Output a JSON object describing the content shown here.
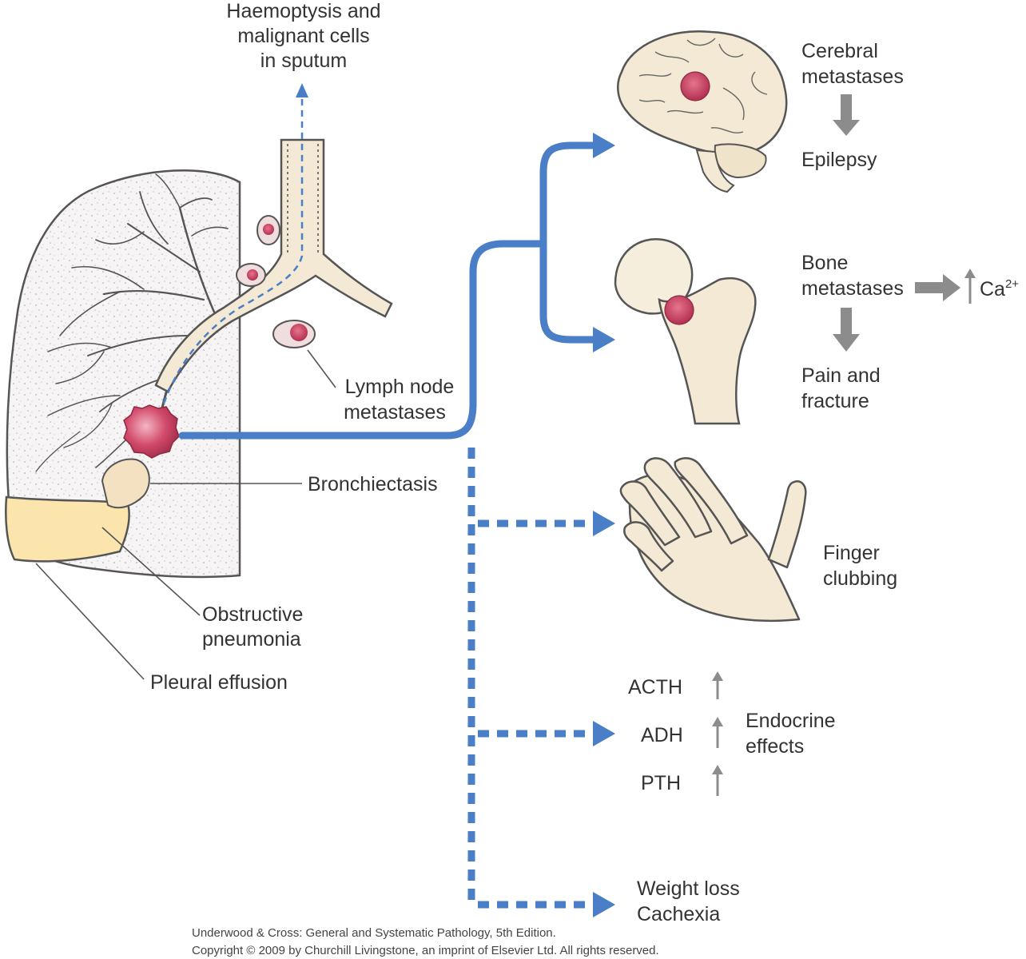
{
  "labels": {
    "haemoptysis": [
      "Haemoptysis and",
      "malignant cells",
      "in sputum"
    ],
    "lymph_node": [
      "Lymph node",
      "metastases"
    ],
    "bronchiectasis": "Bronchiectasis",
    "obstructive": [
      "Obstructive",
      "pneumonia"
    ],
    "pleural": "Pleural effusion",
    "cerebral": [
      "Cerebral",
      "metastases"
    ],
    "epilepsy": "Epilepsy",
    "bone": [
      "Bone",
      "metastases"
    ],
    "calcium": "Ca",
    "calcium_sup": "2+",
    "pain": [
      "Pain and",
      "fracture"
    ],
    "finger": [
      "Finger",
      "clubbing"
    ],
    "acth": "ACTH",
    "adh": "ADH",
    "pth": "PTH",
    "endocrine": [
      "Endocrine",
      "effects"
    ],
    "weight": [
      "Weight loss",
      "Cachexia"
    ]
  },
  "credit": [
    "Underwood & Cross: General and Systematic Pathology, 5th Edition.",
    "Copyright © 2009 by Churchill Livingstone, an imprint of Elsevier Ltd. All rights reserved."
  ],
  "colors": {
    "arrow_blue": "#4a7fc8",
    "grey_arrow": "#8c8c8c",
    "tumour": "#c8405e",
    "bone": "#f3e9d4",
    "effusion": "#f9e3a8",
    "lung_fill": "#f4f2f2",
    "outline": "#555555"
  }
}
